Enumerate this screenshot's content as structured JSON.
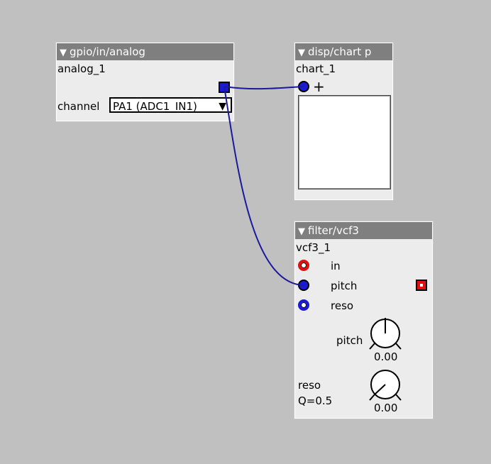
{
  "colors": {
    "canvas": "#c0c0c0",
    "title_bar": "#7f7f7f",
    "wire": "#1a1a9e",
    "inlet_blue": "#1a1ad6",
    "inlet_red": "#e01010"
  },
  "analog": {
    "title": "gpio/in/analog",
    "instance": "analog_1",
    "channel_label": "channel",
    "channel_value": "PA1 (ADC1_IN1)"
  },
  "chart": {
    "title": "disp/chart p",
    "instance": "chart_1",
    "plus": "+"
  },
  "vcf": {
    "title": "filter/vcf3",
    "instance": "vcf3_1",
    "inlets": {
      "in": "in",
      "pitch": "pitch",
      "reso": "reso"
    },
    "pitch_knob": {
      "label": "pitch",
      "value": "0.00"
    },
    "reso_knob": {
      "label": "reso",
      "sublabel": "Q=0.5",
      "value": "0.00"
    }
  },
  "glyphs": {
    "collapse": "▼",
    "dropdown": "▼"
  }
}
